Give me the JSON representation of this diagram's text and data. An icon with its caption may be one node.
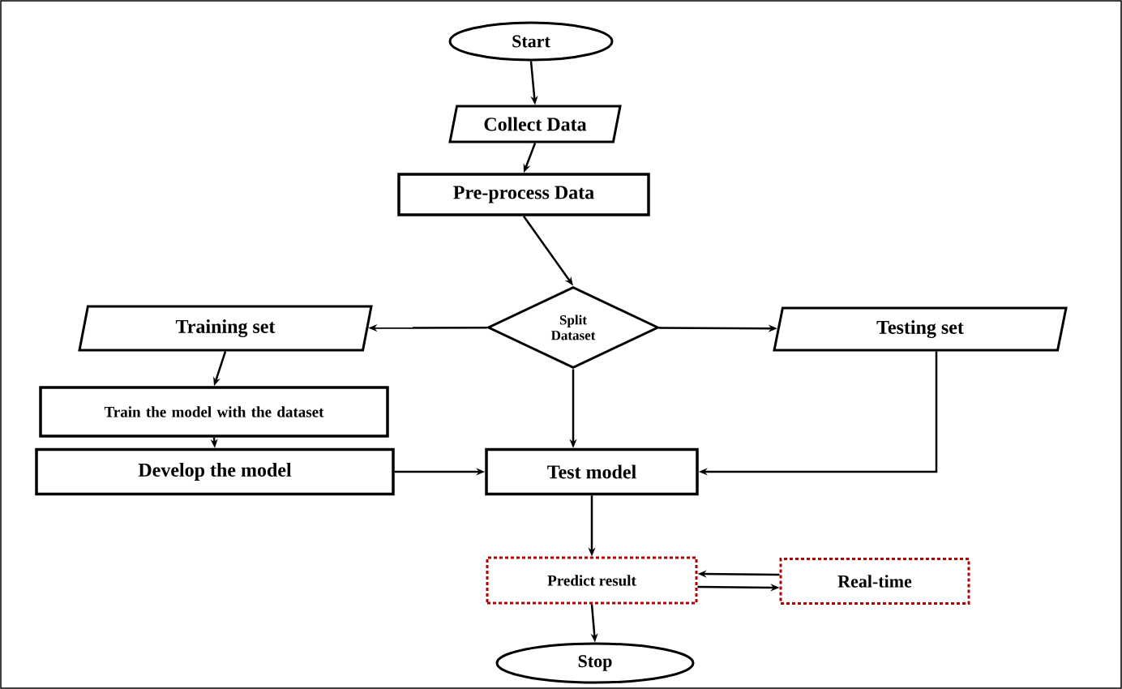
{
  "diagram": {
    "nodes": [
      {
        "text": [
          "Start"
        ]
      },
      {
        "text": [
          "Collect Data"
        ]
      },
      {
        "text": [
          "Pre-process Data"
        ]
      },
      {
        "text": [
          "Split Dataset"
        ]
      },
      {
        "text": [
          "Training set"
        ]
      },
      {
        "text": [
          "Testing set"
        ]
      },
      {
        "text": [
          "Train the model with the dataset"
        ]
      },
      {
        "text": [
          "Develop the model"
        ]
      },
      {
        "text": [
          "Test model"
        ]
      },
      {
        "text": [
          "Predict result"
        ]
      },
      {
        "text": [
          "Real-time"
        ]
      },
      {
        "text": [
          "Stop"
        ]
      }
    ],
    "edges": [
      {
        "from": 0,
        "to": 1,
        "arrow": "to"
      },
      {
        "from": 1,
        "to": 2,
        "arrow": "to"
      },
      {
        "from": 2,
        "to": 3,
        "arrow": "to"
      },
      {
        "from": 3,
        "to": 4,
        "arrow": "to"
      },
      {
        "from": 3,
        "to": 5,
        "arrow": "to"
      },
      {
        "from": 3,
        "to": 8,
        "arrow": "to"
      },
      {
        "from": 4,
        "to": 6,
        "arrow": "to"
      },
      {
        "from": 6,
        "to": 7,
        "arrow": "to"
      },
      {
        "from": 7,
        "to": 8,
        "arrow": "to"
      },
      {
        "from": 5,
        "to": 8,
        "arrow": "to"
      },
      {
        "from": 8,
        "to": 9,
        "arrow": "to"
      },
      {
        "from": 10,
        "to": 9,
        "arrow": "to"
      },
      {
        "from": 9,
        "to": 10,
        "arrow": "to"
      },
      {
        "from": 9,
        "to": 11,
        "arrow": "to"
      }
    ]
  }
}
